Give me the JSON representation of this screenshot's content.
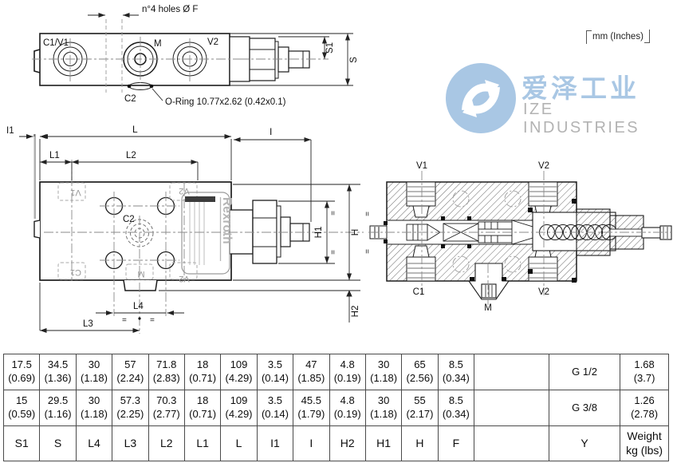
{
  "units_label": "mm (Inches)",
  "logo": {
    "cn": "爱泽工业",
    "en": "IZE INDUSTRIES"
  },
  "colors": {
    "logo_blue": "#a9c7e4",
    "logo_gray": "#b3b3b3",
    "line": "#1c1c1c"
  },
  "top_view": {
    "holes_note": "n°4 holes Ø F",
    "label_c1v1": "C1/V1",
    "label_m": "M",
    "label_v2": "V2",
    "label_c2": "C2",
    "oring_note": "O-Ring 10.77x2.62 (0.42x0.1)",
    "dim_s1": "S1",
    "dim_s": "S"
  },
  "front_view": {
    "brand": "Rexroth",
    "dim_i1": "I1",
    "dim_l": "L",
    "dim_i": "I",
    "dim_l1": "L1",
    "dim_l2": "L2",
    "dim_l4": "L4",
    "dim_l3": "L3",
    "dim_h1": "H1",
    "dim_h": "H",
    "dim_h2": "H2",
    "label_v1": "V1",
    "label_v2_top": "V2",
    "label_c1": "C1",
    "label_v2_bottom": "V2",
    "label_m": "M",
    "label_c2": "C2",
    "eq": "="
  },
  "section_view": {
    "label_v1": "V1",
    "label_v2_top": "V2",
    "label_c1": "C1",
    "label_m": "M",
    "label_v2_bottom": "V2"
  },
  "table": {
    "headers": [
      "S1",
      "S",
      "L4",
      "L3",
      "L2",
      "L1",
      "L",
      "I1",
      "I",
      "H2",
      "H1",
      "H",
      "F",
      "",
      "Y",
      "Weight\nkg (lbs)"
    ],
    "rows": [
      [
        [
          "17.5",
          "(0.69)"
        ],
        [
          "34.5",
          "(1.36)"
        ],
        [
          "30",
          "(1.18)"
        ],
        [
          "57",
          "(2.24)"
        ],
        [
          "71.8",
          "(2.83)"
        ],
        [
          "18",
          "(0.71)"
        ],
        [
          "109",
          "(4.29)"
        ],
        [
          "3.5",
          "(0.14)"
        ],
        [
          "47",
          "(1.85)"
        ],
        [
          "4.8",
          "(0.19)"
        ],
        [
          "30",
          "(1.18)"
        ],
        [
          "65",
          "(2.56)"
        ],
        [
          "8.5",
          "(0.34)"
        ],
        [
          "",
          ""
        ],
        [
          "G 1/2",
          ""
        ],
        [
          "1.68",
          "(3.7)"
        ]
      ],
      [
        [
          "15",
          "(0.59)"
        ],
        [
          "29.5",
          "(1.16)"
        ],
        [
          "30",
          "(1.18)"
        ],
        [
          "57.3",
          "(2.25)"
        ],
        [
          "70.3",
          "(2.77)"
        ],
        [
          "18",
          "(0.71)"
        ],
        [
          "109",
          "(4.29)"
        ],
        [
          "3.5",
          "(0.14)"
        ],
        [
          "45.5",
          "(1.79)"
        ],
        [
          "4.8",
          "(0.19)"
        ],
        [
          "30",
          "(1.18)"
        ],
        [
          "55",
          "(2.17)"
        ],
        [
          "8.5",
          "(0.34)"
        ],
        [
          "",
          ""
        ],
        [
          "G 3/8",
          ""
        ],
        [
          "1.26",
          "(2.78)"
        ]
      ]
    ]
  }
}
